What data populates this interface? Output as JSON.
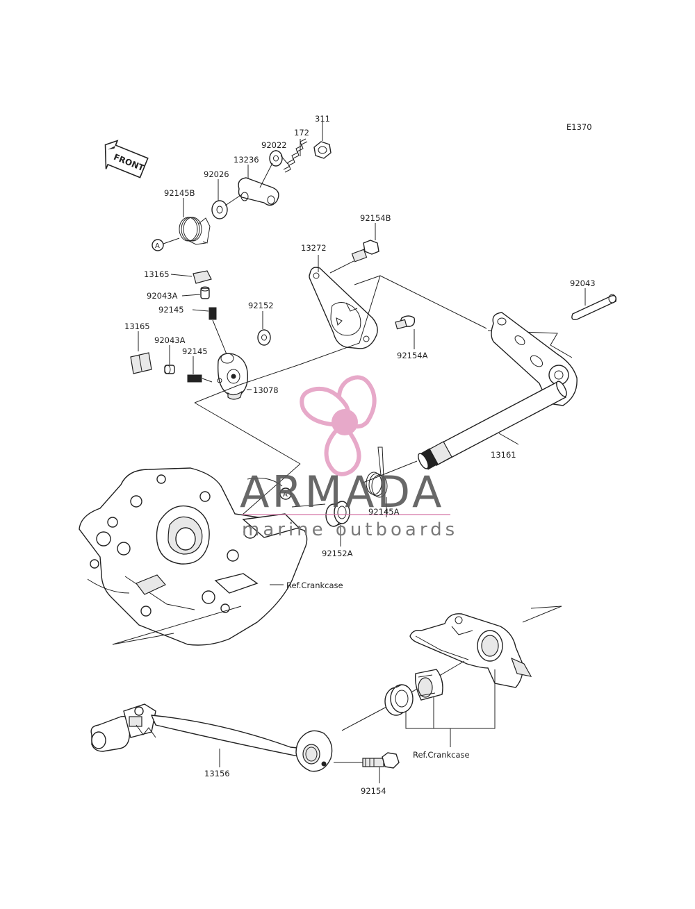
{
  "diagram_code": "E1370",
  "front_arrow_label": "FRONT",
  "ref_marker": "A",
  "parts": [
    {
      "id": "p311",
      "label": "311"
    },
    {
      "id": "p172",
      "label": "172"
    },
    {
      "id": "p92022",
      "label": "92022"
    },
    {
      "id": "p13236",
      "label": "13236"
    },
    {
      "id": "p92026",
      "label": "92026"
    },
    {
      "id": "p92145B",
      "label": "92145B"
    },
    {
      "id": "p92154B",
      "label": "92154B"
    },
    {
      "id": "p13272",
      "label": "13272"
    },
    {
      "id": "p13165a",
      "label": "13165"
    },
    {
      "id": "p92043Aa",
      "label": "92043A"
    },
    {
      "id": "p92145a",
      "label": "92145"
    },
    {
      "id": "p92152",
      "label": "92152"
    },
    {
      "id": "p13165b",
      "label": "13165"
    },
    {
      "id": "p92043Ab",
      "label": "92043A"
    },
    {
      "id": "p92145b",
      "label": "92145"
    },
    {
      "id": "p92154A",
      "label": "92154A"
    },
    {
      "id": "p13078",
      "label": "13078"
    },
    {
      "id": "p92043",
      "label": "92043"
    },
    {
      "id": "p13161",
      "label": "13161"
    },
    {
      "id": "p92145A",
      "label": "92145A"
    },
    {
      "id": "p92152A",
      "label": "92152A"
    },
    {
      "id": "p13156",
      "label": "13156"
    },
    {
      "id": "p92154",
      "label": "92154"
    }
  ],
  "refs": [
    {
      "id": "crankcase1",
      "label": "Ref.Crankcase"
    },
    {
      "id": "crankcase2",
      "label": "Ref.Crankcase"
    }
  ],
  "watermark": {
    "brand": "ARMADA",
    "tagline": "marine outboards",
    "colors": {
      "petal": "#e8a6c8",
      "hub": "#e39bc0",
      "accent": "#d36fa2",
      "text": "#585858"
    }
  }
}
